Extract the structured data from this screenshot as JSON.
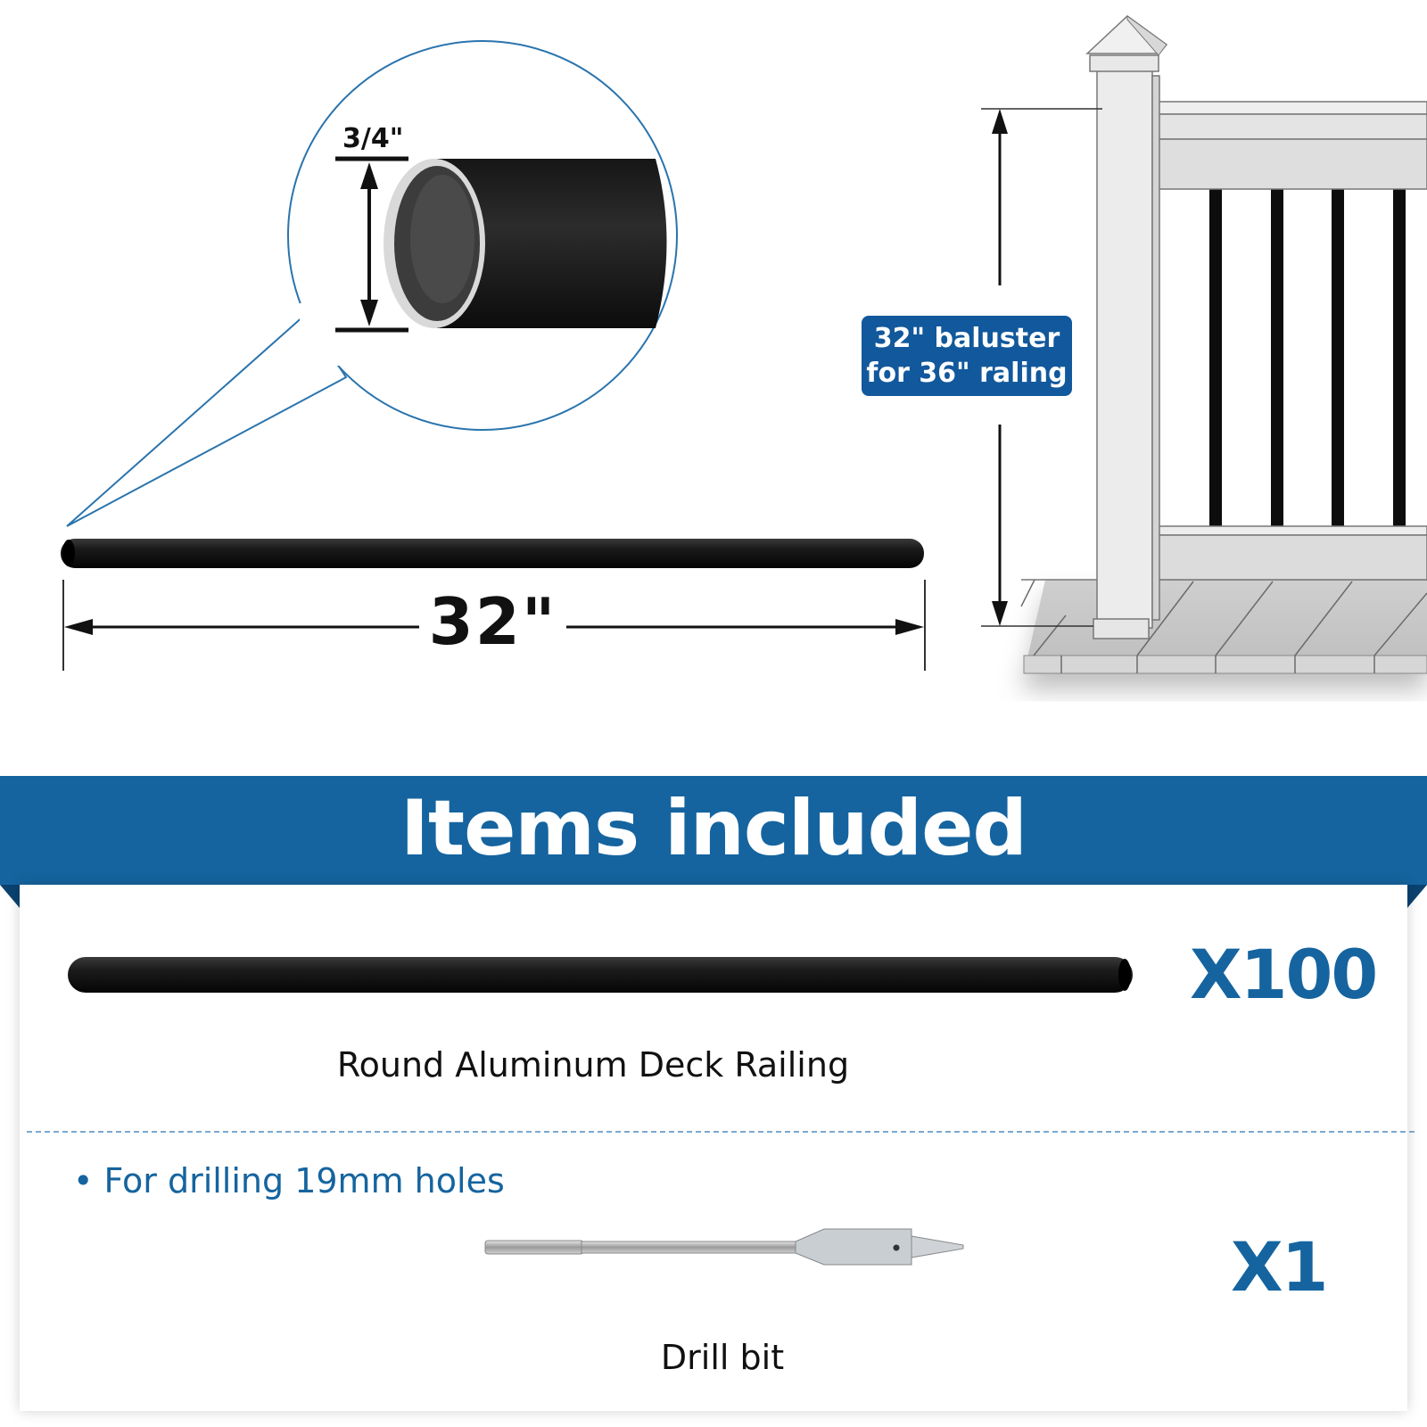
{
  "dimensions": {
    "diameter_label": "3/4\"",
    "length_label": "32\""
  },
  "callout": {
    "line1": "32\" baluster",
    "line2": "for 36\" raling"
  },
  "items_section": {
    "title": "Items included",
    "items": [
      {
        "name": "Round Aluminum Deck Railing",
        "quantity": "X100"
      },
      {
        "note": "• For drilling 19mm holes",
        "name": "Drill bit",
        "quantity": "X1"
      }
    ]
  },
  "colors": {
    "brand_blue": "#15649f",
    "baluster_black": "#111111",
    "railing_white": "#e9e9e9"
  }
}
